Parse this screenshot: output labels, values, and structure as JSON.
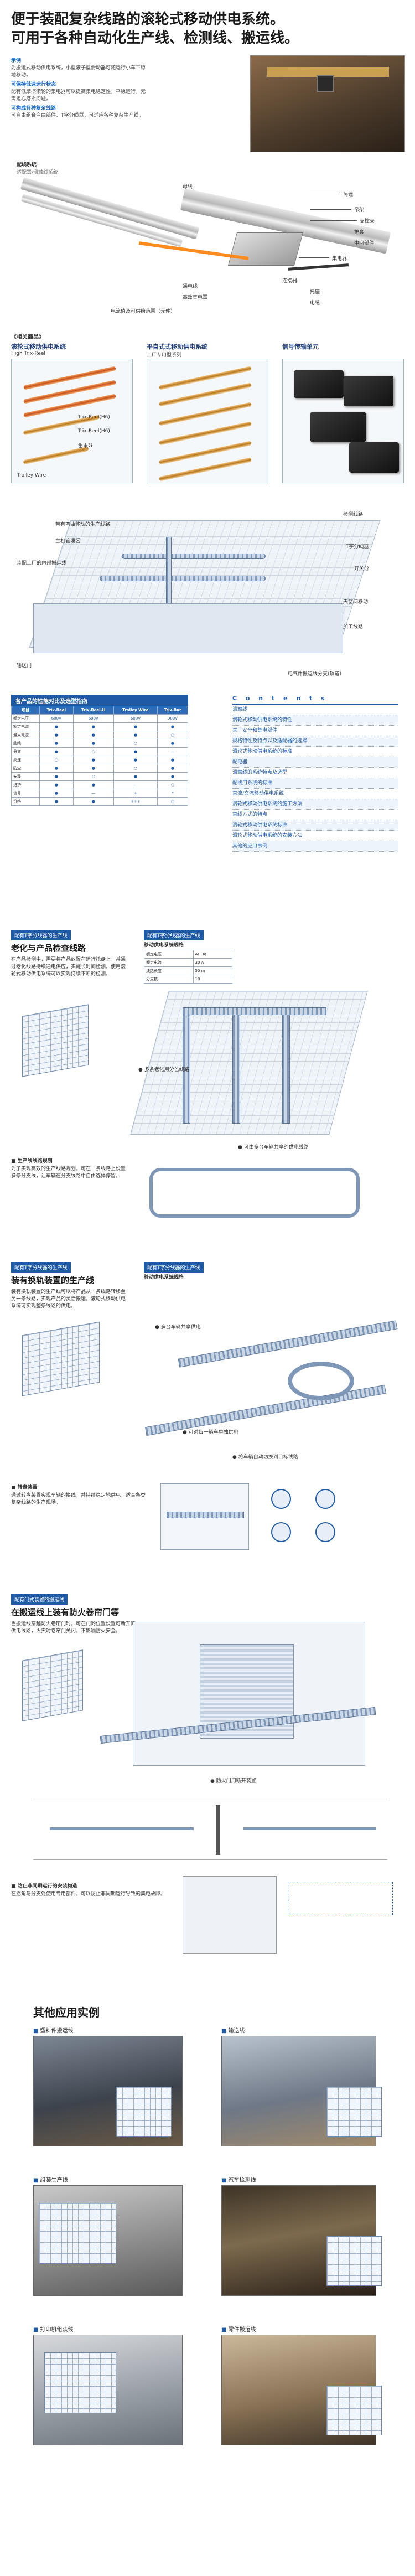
{
  "hero": {
    "title_line1": "便于装配复杂线路的滚轮式移动供电系统。",
    "title_line2": "可用于各种自动化生产线、检测线、搬运线。",
    "sub_tag1": "示例",
    "sub_text1": "为搬运式移动供电系统，小型滚子型滑动器可随运行小车平稳地移动。",
    "sub_tag2": "可保持低速运行状态",
    "sub_text2": "配有低摩擦滚轮的集电器可以提高集电稳定性，平稳运行，无需担心磨损问题。",
    "sub_tag3": "可构成各种复杂线路",
    "sub_text3": "可自由组合弯曲部件、T字分线器，可适应各种复杂生产线。"
  },
  "diagram1": {
    "label_rail_system": "配线系统",
    "label_rail_system_sub": "适配器/滑触线系统",
    "callouts": [
      "终端",
      "吊架",
      "支撑夹",
      "护套",
      "中间部件",
      "集电器",
      "母线",
      "连接器",
      "通电线",
      "高效集电器",
      "托座",
      "电缆",
      "电流值及可供给范围（元件）"
    ]
  },
  "products": {
    "header": "《相关商品》",
    "col1_title": "滚轮式移动供电系统",
    "col1_sub": "High Trix-Reel",
    "col1_labels": [
      "Trix-Reel(H6)",
      "Trix-Reel(H6)",
      "集电器",
      "Trolley Wire"
    ],
    "col2_title": "平自式式移动供电系统",
    "col2_sub": "工厂专用型系列",
    "col3_title": "信号传输单元"
  },
  "factory": {
    "callouts": [
      "带有弯曲移动的生产线路",
      "主机管理区",
      "装配工厂的内部搬运线",
      "输送门",
      "检测线路",
      "T字分线器",
      "开关分",
      "天窗间移动",
      "加工线路",
      "电气件搬运线分支(轨道)"
    ]
  },
  "contents": {
    "title": "C o n t e n t s",
    "items": [
      "滑触线",
      "滑轮式移动供电系统的特性",
      "关于安全和集电部件",
      "规格特性及特点以及适配器的选择",
      "滑轮式移动供电系统的标准",
      "配电器",
      "滑触线的系统特点及选型",
      "配线用系统的标准",
      "直流/交流移动供电系统",
      "滑轮式移动供电系统的施工方法",
      "直线方式的特点",
      "滑轮式移动供电系统标准",
      "滑轮式移动供电系统的安装方法",
      "其他的应用事例"
    ]
  },
  "spec_table": {
    "title": "各产品的性能对比及选型指南",
    "headers": [
      "项目",
      "Trix-Reel",
      "Trix-Reel-H",
      "Trolley Wire",
      "Trix-Bar"
    ],
    "rows": [
      [
        "额定电压",
        "600V",
        "600V",
        "600V",
        "300V"
      ],
      [
        "额定电流",
        "●",
        "●",
        "●",
        "●"
      ],
      [
        "最大电流",
        "●",
        "●",
        "●",
        "○"
      ],
      [
        "曲线",
        "●",
        "●",
        "○",
        "●"
      ],
      [
        "分支",
        "●",
        "○",
        "●",
        "—"
      ],
      [
        "高速",
        "○",
        "●",
        "●",
        "●"
      ],
      [
        "防尘",
        "●",
        "●",
        "○",
        "●"
      ],
      [
        "安装",
        "●",
        "○",
        "●",
        "●"
      ],
      [
        "维护",
        "●",
        "●",
        "—",
        "○"
      ],
      [
        "信号",
        "●",
        "—",
        "+",
        "*"
      ],
      [
        "价格",
        "●",
        "●",
        "+++",
        "○"
      ]
    ]
  },
  "case1": {
    "tag": "配有T字分线器的生产线",
    "title": "老化与产品检查线路",
    "body": "在产品检测中，需要将产品放置在运行托盘上，并通过老化线路持续通电供应，实施长时间检测。使用滚轮式移动供电系统可以实现持续不断的检测。",
    "callout1": "● 多条老化用分岔线路",
    "callout2": "● 可由多台车辆共享的供电线路",
    "table_tag": "配有T字分线器的生产线",
    "table_title": "移动供电系统规格",
    "mini_rows": [
      [
        "额定电压",
        "AC 3φ"
      ],
      [
        "额定电流",
        "30 A"
      ],
      [
        "线路长度",
        "50 m"
      ],
      [
        "分支数",
        "10"
      ]
    ],
    "side_title": "■ 生产线线路规划",
    "side_body": "为了实现高效的生产线路规划，可在一条线路上设置多条分支线，让车辆在分支线路中自由选择停留。"
  },
  "case2": {
    "tag": "配有T字分线器的生产线",
    "title": "装有换轨装置的生产线",
    "body": "装有换轨装置的生产线可以将产品从一条线路转移至另一条线路，实现产品的灵活搬运，滚轮式移动供电系统可实现整条线路的供电。",
    "callout1": "● 多台车辆共享供电",
    "callout2": "● 可对每一辆车单独供电",
    "callout3": "● 将车辆自动切换到目标线路",
    "table_tag": "配有T字分线器的生产线",
    "table_title": "移动供电系统规格",
    "sub_title": "■ 转盘装置",
    "sub_body": "通过转盘装置实现车辆的换线，并持续稳定地供电，适合各类复杂线路的生产现场。"
  },
  "case3": {
    "tag": "配有门式装置的搬运线",
    "title": "在搬运线上装有防火卷帘门等",
    "body": "当搬运线穿越防火卷帘门时，可在门的位置设置可断开的供电线路，火灾时卷帘门关闭，不影响防火安全。",
    "callout": "● 防火门用断开装置",
    "sub_title": "■ 防止非同期运行的安装构造",
    "sub_body": "在拐角与分支处使用专用部件，可以防止非同期运行导致的集电故障。"
  },
  "apps": {
    "title": "其他应用实例",
    "items": [
      "塑料件搬运线",
      "输送线",
      "组装生产线",
      "汽车检测线",
      "打印机组装线",
      "零件搬运线"
    ]
  }
}
